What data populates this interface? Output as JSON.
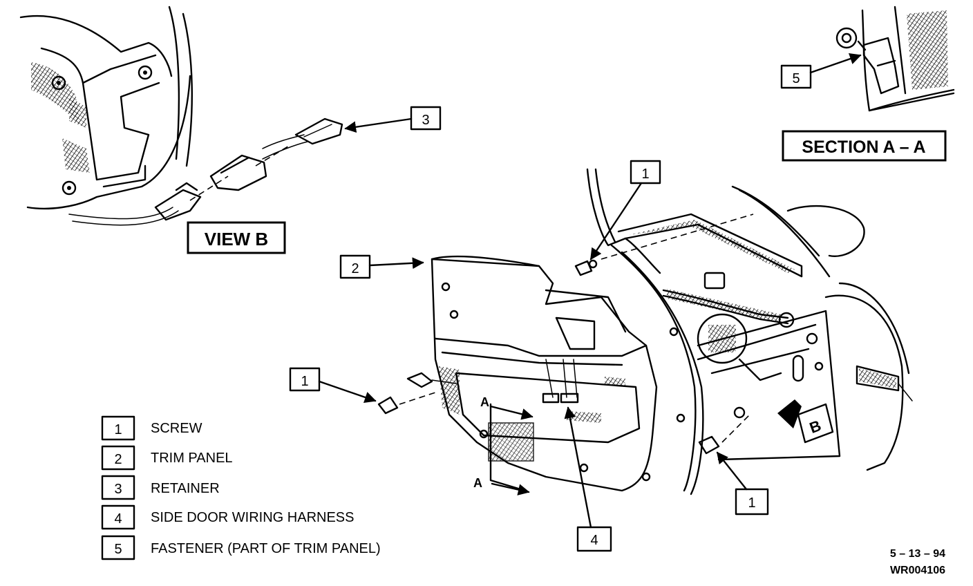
{
  "callouts": {
    "c1_top": "1",
    "c1_left": "1",
    "c1_bottom": "1",
    "c2": "2",
    "c3": "3",
    "c4": "4",
    "c5": "5"
  },
  "view_b_label": "VIEW B",
  "section_label": "SECTION A – A",
  "marker_b": "B",
  "marker_a_top": "A",
  "marker_a_bottom": "A",
  "legend": [
    {
      "num": "1",
      "text": "SCREW"
    },
    {
      "num": "2",
      "text": "TRIM PANEL"
    },
    {
      "num": "3",
      "text": "RETAINER"
    },
    {
      "num": "4",
      "text": "SIDE DOOR WIRING HARNESS"
    },
    {
      "num": "5",
      "text": "FASTENER (PART OF TRIM PANEL)"
    }
  ],
  "footer": {
    "date": "5 – 13 – 94",
    "code": "WR004106"
  }
}
